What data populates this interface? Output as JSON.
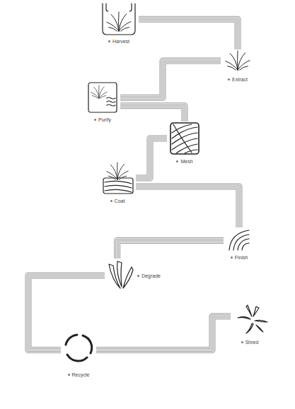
{
  "diagram": {
    "nodes": [
      {
        "text": [
          "Harvest"
        ]
      },
      {
        "text": [
          "Extract"
        ]
      },
      {
        "text": [
          "Purify"
        ]
      },
      {
        "text": [
          "Mesh"
        ]
      },
      {
        "text": [
          "Coat"
        ]
      },
      {
        "text": [
          "Finish"
        ]
      },
      {
        "text": [
          "Degrade"
        ]
      },
      {
        "text": [
          "Recycle"
        ]
      },
      {
        "text": [
          "Shred"
        ]
      }
    ],
    "edges": [
      {
        "from": 0,
        "to": 1,
        "arrow": "none"
      },
      {
        "from": 1,
        "to": 2,
        "arrow": "none"
      },
      {
        "from": 2,
        "to": 3,
        "arrow": "none"
      },
      {
        "from": 3,
        "to": 4,
        "arrow": "none"
      },
      {
        "from": 4,
        "to": 5,
        "arrow": "none"
      },
      {
        "from": 5,
        "to": 6,
        "arrow": "none"
      },
      {
        "from": 6,
        "to": 7,
        "arrow": "none"
      },
      {
        "from": 7,
        "to": 8,
        "arrow": "none"
      }
    ]
  }
}
